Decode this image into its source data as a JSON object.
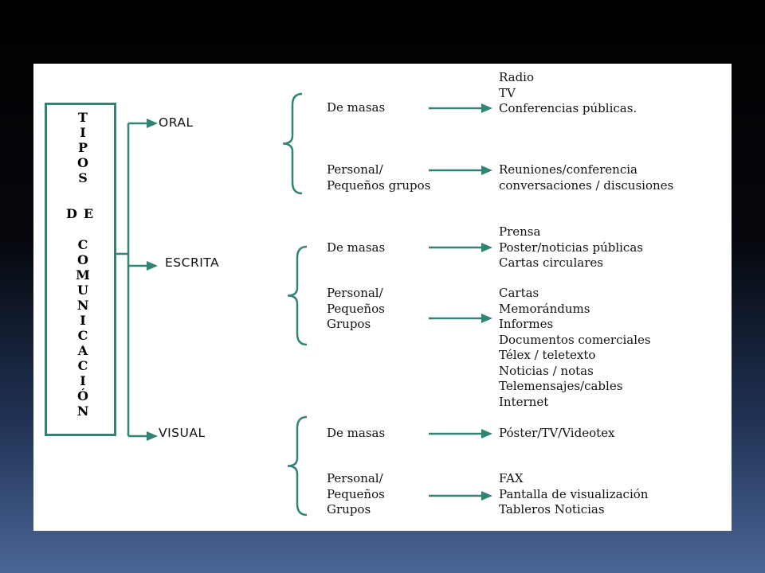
{
  "title_letters": [
    [
      "T",
      "I",
      "P",
      "O",
      "S"
    ],
    [
      "D",
      "E"
    ],
    [
      "C",
      "O",
      "M",
      "U",
      "N",
      "I",
      "C",
      "A",
      "C",
      "I",
      "Ó",
      "N"
    ]
  ],
  "categories": [
    {
      "name": "ORAL",
      "groups": [
        {
          "audience": [
            "De masas"
          ],
          "items": [
            "Radio",
            "TV",
            "Conferencias públicas."
          ]
        },
        {
          "audience": [
            "Personal/",
            "Pequeños grupos"
          ],
          "items": [
            "Reuniones/conferencia",
            "conversaciones / discusiones"
          ]
        }
      ]
    },
    {
      "name": "ESCRITA",
      "groups": [
        {
          "audience": [
            "De masas"
          ],
          "items": [
            "Prensa",
            "Poster/noticias públicas",
            "Cartas circulares"
          ]
        },
        {
          "audience": [
            "Personal/",
            "Pequeños",
            "Grupos"
          ],
          "items": [
            "Cartas",
            "Memorándums",
            "Informes",
            "Documentos comerciales",
            "Télex / teletexto",
            "Noticias / notas",
            "Telemensajes/cables",
            "Internet"
          ]
        }
      ]
    },
    {
      "name": "VISUAL",
      "groups": [
        {
          "audience": [
            "De masas"
          ],
          "items": [
            "Póster/TV/Videotex"
          ]
        },
        {
          "audience": [
            "Personal/",
            "Pequeños",
            "Grupos"
          ],
          "items": [
            "FAX",
            "Pantalla de visualización",
            "Tableros Noticias"
          ]
        }
      ]
    }
  ],
  "colors": {
    "connector": "#2f8475",
    "text": "#111111",
    "panel": "#ffffff"
  }
}
